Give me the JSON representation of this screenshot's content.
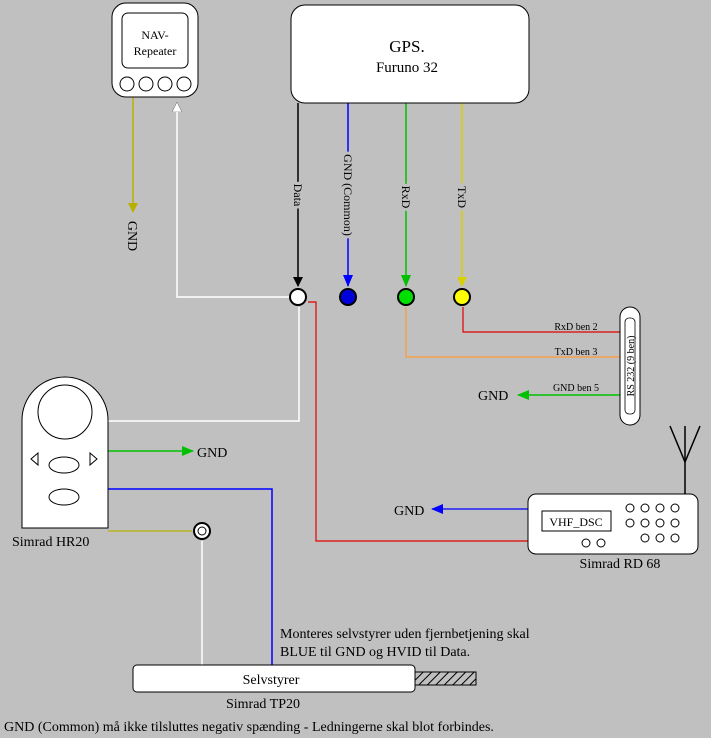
{
  "devices": {
    "gps": {
      "title": "GPS.",
      "model": "Furuno 32"
    },
    "nav_repeater": {
      "line1": "NAV-",
      "line2": "Repeater"
    },
    "hr20": {
      "label": "Simrad HR20"
    },
    "rd68": {
      "display": "VHF_DSC",
      "label": "Simrad RD 68"
    },
    "tp20": {
      "box": "Selvstyrer",
      "label": "Simrad TP20"
    },
    "rs232": {
      "label": "RS 232 (9 ben)"
    }
  },
  "wires": {
    "data": "Data",
    "gnd_common": "GND (Common)",
    "rxd": "RxD",
    "txd": "TxD"
  },
  "pins": {
    "rxd_ben2": "RxD ben 2",
    "txd_ben3": "TxD ben 3",
    "gnd_ben5": "GND ben 5"
  },
  "gnd_labels": {
    "repeater": "GND",
    "rs232": "GND",
    "hr20": "GND",
    "rd68": "GND"
  },
  "notes": {
    "autopilot_line1": "Monteres selvstyrer uden fjernbetjening skal",
    "autopilot_line2": "BLUE til GND og HVID til Data.",
    "footer": "GND (Common) må ikke tilsluttes negativ spænding - Ledningerne skal blot forbindes."
  },
  "colors": {
    "background": "#c0c0c0",
    "data": "#000000",
    "gnd_common": "#0000ff",
    "rxd": "#00c000",
    "txd": "#d8d000",
    "white_wire": "#ffffff",
    "red_wire": "#e00000",
    "orange_wire": "#ff9933",
    "gnd_arrow": "#00c000"
  }
}
